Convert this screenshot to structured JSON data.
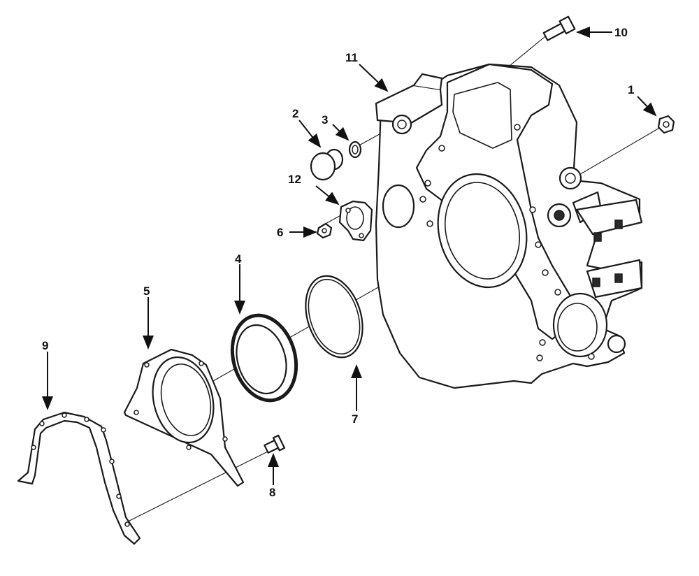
{
  "callouts": [
    {
      "id": "1",
      "label": "1",
      "part": "capscrew"
    },
    {
      "id": "2",
      "label": "2",
      "part": "plug"
    },
    {
      "id": "3",
      "label": "3",
      "part": "o-ring"
    },
    {
      "id": "4",
      "label": "4",
      "part": "rear-seal"
    },
    {
      "id": "5",
      "label": "5",
      "part": "seal-housing"
    },
    {
      "id": "6",
      "label": "6",
      "part": "screw"
    },
    {
      "id": "7",
      "label": "7",
      "part": "o-ring-large"
    },
    {
      "id": "8",
      "label": "8",
      "part": "housing-screw"
    },
    {
      "id": "9",
      "label": "9",
      "part": "gasket"
    },
    {
      "id": "10",
      "label": "10",
      "part": "flange-capscrew"
    },
    {
      "id": "11",
      "label": "11",
      "part": "flywheel-housing"
    },
    {
      "id": "12",
      "label": "12",
      "part": "cover-plate"
    }
  ],
  "colors": {
    "line": "#1a1a1a",
    "background": "#ffffff"
  }
}
